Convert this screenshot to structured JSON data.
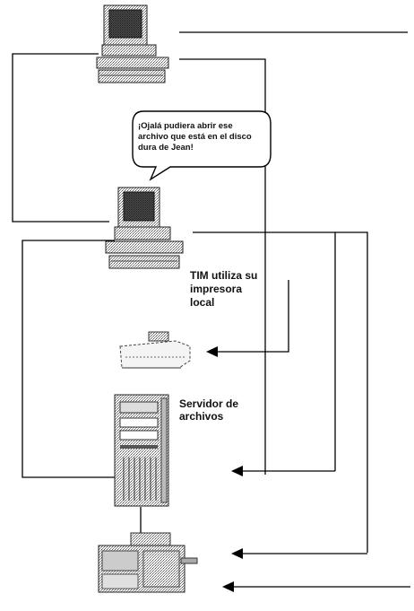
{
  "speech_bubble": {
    "lines": [
      "¡Ojalá pudiera abrir ese",
      "archivo que está en el disco",
      "dura de Jean!"
    ]
  },
  "labels": {
    "tim_printer": [
      "TIM utiliza su",
      "impresora",
      "local"
    ],
    "file_server": [
      "Servidor de",
      "archivos"
    ]
  },
  "colors": {
    "line": "#000000",
    "device_fill": "#e8e8e8",
    "device_shade": "#9a9a9a",
    "screen": "#3a3a3a"
  }
}
